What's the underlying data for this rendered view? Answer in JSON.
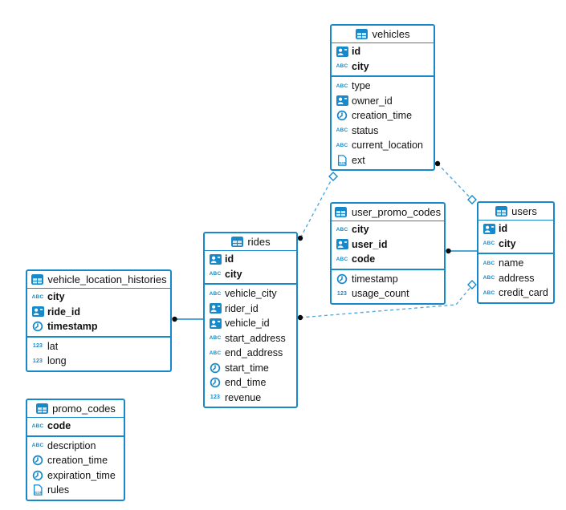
{
  "diagram_type": "entity-relationship",
  "colors": {
    "table_border": "#1789ca",
    "icon_blue": "#1789ca",
    "relationship_solid": "#1789ca",
    "relationship_dashed": "#55aadd",
    "endpoint_dot": "#0a0a0a",
    "diamond_fill": "#ffffff",
    "text": "#111111",
    "background": "#ffffff"
  },
  "glyphs": {
    "text": "ABC",
    "number": "123"
  },
  "tables": [
    {
      "name": "vehicles",
      "primary_keys": [
        {
          "name": "id",
          "type_icon": "uuid-icon"
        },
        {
          "name": "city",
          "type_icon": "text-icon"
        }
      ],
      "columns": [
        {
          "name": "type",
          "type_icon": "text-icon"
        },
        {
          "name": "owner_id",
          "type_icon": "uuid-icon"
        },
        {
          "name": "creation_time",
          "type_icon": "timestamp-icon"
        },
        {
          "name": "status",
          "type_icon": "text-icon"
        },
        {
          "name": "current_location",
          "type_icon": "text-icon"
        },
        {
          "name": "ext",
          "type_icon": "json-icon"
        }
      ]
    },
    {
      "name": "user_promo_codes",
      "primary_keys": [
        {
          "name": "city",
          "type_icon": "text-icon"
        },
        {
          "name": "user_id",
          "type_icon": "uuid-icon"
        },
        {
          "name": "code",
          "type_icon": "text-icon"
        }
      ],
      "columns": [
        {
          "name": "timestamp",
          "type_icon": "timestamp-icon"
        },
        {
          "name": "usage_count",
          "type_icon": "number-icon"
        }
      ]
    },
    {
      "name": "users",
      "primary_keys": [
        {
          "name": "id",
          "type_icon": "uuid-icon"
        },
        {
          "name": "city",
          "type_icon": "text-icon"
        }
      ],
      "columns": [
        {
          "name": "name",
          "type_icon": "text-icon"
        },
        {
          "name": "address",
          "type_icon": "text-icon"
        },
        {
          "name": "credit_card",
          "type_icon": "text-icon"
        }
      ]
    },
    {
      "name": "rides",
      "primary_keys": [
        {
          "name": "id",
          "type_icon": "uuid-icon"
        },
        {
          "name": "city",
          "type_icon": "text-icon"
        }
      ],
      "columns": [
        {
          "name": "vehicle_city",
          "type_icon": "text-icon"
        },
        {
          "name": "rider_id",
          "type_icon": "uuid-icon"
        },
        {
          "name": "vehicle_id",
          "type_icon": "uuid-icon"
        },
        {
          "name": "start_address",
          "type_icon": "text-icon"
        },
        {
          "name": "end_address",
          "type_icon": "text-icon"
        },
        {
          "name": "start_time",
          "type_icon": "timestamp-icon"
        },
        {
          "name": "end_time",
          "type_icon": "timestamp-icon"
        },
        {
          "name": "revenue",
          "type_icon": "number-icon"
        }
      ]
    },
    {
      "name": "vehicle_location_histories",
      "primary_keys": [
        {
          "name": "city",
          "type_icon": "text-icon"
        },
        {
          "name": "ride_id",
          "type_icon": "uuid-icon"
        },
        {
          "name": "timestamp",
          "type_icon": "timestamp-icon"
        }
      ],
      "columns": [
        {
          "name": "lat",
          "type_icon": "number-icon"
        },
        {
          "name": "long",
          "type_icon": "number-icon"
        }
      ]
    },
    {
      "name": "promo_codes",
      "primary_keys": [
        {
          "name": "code",
          "type_icon": "text-icon"
        }
      ],
      "columns": [
        {
          "name": "description",
          "type_icon": "text-icon"
        },
        {
          "name": "creation_time",
          "type_icon": "timestamp-icon"
        },
        {
          "name": "expiration_time",
          "type_icon": "timestamp-icon"
        },
        {
          "name": "rules",
          "type_icon": "json-icon"
        }
      ]
    }
  ],
  "relationships": [
    {
      "from": "vehicle_location_histories",
      "to": "rides",
      "line_style": "solid",
      "from_marker": "dot",
      "to_marker": "none"
    },
    {
      "from": "user_promo_codes",
      "to": "users",
      "line_style": "solid",
      "from_marker": "dot",
      "to_marker": "none"
    },
    {
      "from": "rides",
      "to": "vehicles",
      "line_style": "dashed",
      "from_marker": "dot",
      "to_marker": "diamond"
    },
    {
      "from": "vehicles",
      "to": "users",
      "line_style": "dashed",
      "from_marker": "dot",
      "to_marker": "diamond"
    },
    {
      "from": "rides",
      "to": "users",
      "line_style": "dashed",
      "from_marker": "dot",
      "to_marker": "diamond"
    }
  ]
}
